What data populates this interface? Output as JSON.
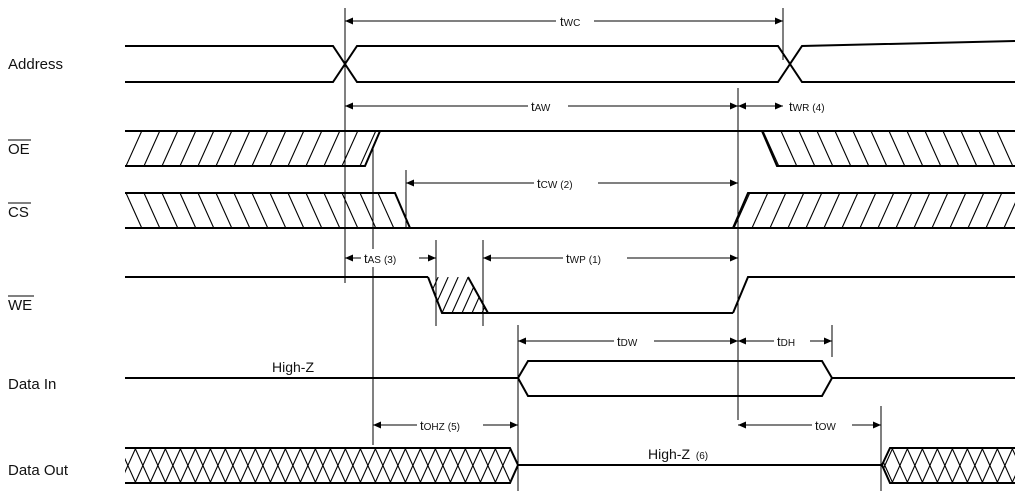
{
  "signals": {
    "address": "Address",
    "oe": "OE",
    "cs": "CS",
    "we": "WE",
    "data_in": "Data In",
    "data_out": "Data Out"
  },
  "timings": {
    "twc": {
      "main": "t",
      "sub": "WC",
      "note": ""
    },
    "taw": {
      "main": "t",
      "sub": "AW",
      "note": ""
    },
    "twr": {
      "main": "t",
      "sub": "WR",
      "note": "(4)"
    },
    "tcw": {
      "main": "t",
      "sub": "CW",
      "note": "(2)"
    },
    "tas": {
      "main": "t",
      "sub": "AS",
      "note": "(3)"
    },
    "twp": {
      "main": "t",
      "sub": "WP",
      "note": "(1)"
    },
    "tdw": {
      "main": "t",
      "sub": "DW",
      "note": ""
    },
    "tdh": {
      "main": "t",
      "sub": "DH",
      "note": ""
    },
    "tohz": {
      "main": "t",
      "sub": "OHZ",
      "note": "(5)"
    },
    "tow": {
      "main": "t",
      "sub": "OW",
      "note": ""
    }
  },
  "states": {
    "high_z_in": "High-Z",
    "high_z_out": "High-Z",
    "high_z_out_note": "(6)"
  }
}
